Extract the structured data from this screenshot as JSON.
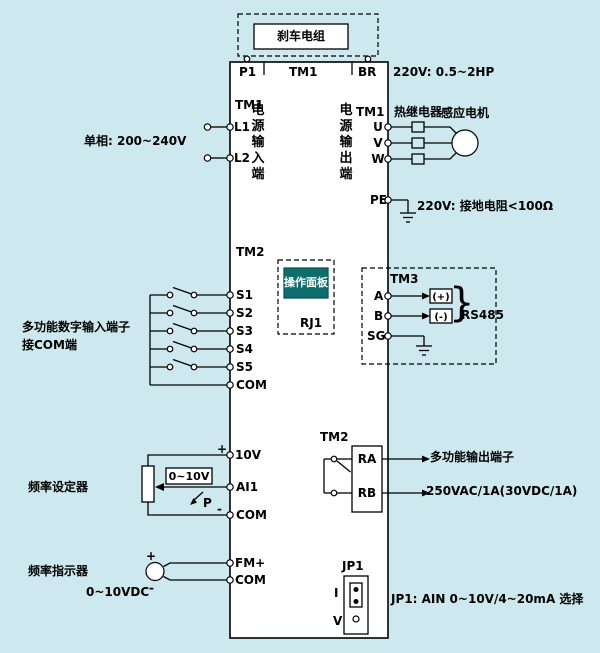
{
  "colors": {
    "background": "#cde9ef",
    "panel_fill": "#0e6e6e",
    "body_fill": "#ffffff",
    "line": "#000000"
  },
  "brake": {
    "title": "刹车电组"
  },
  "top_terminals": {
    "p1": "P1",
    "block": "TM1",
    "br": "BR",
    "note": "220V: 0.5~2HP"
  },
  "power_input": {
    "block": "TM1",
    "l1": "L1",
    "l2": "L2",
    "note": "单相: 200~240V",
    "vertical": "电源输入端"
  },
  "power_output": {
    "vertical": "电源输出端",
    "block": "TM1",
    "u": "U",
    "v": "V",
    "w": "W",
    "thermal_relay": "热继电器",
    "motor": "感应电机",
    "pe": "PE",
    "ground_note": "220V: 接地电阻<100Ω"
  },
  "digital_input": {
    "block": "TM2",
    "terminals": [
      "S1",
      "S2",
      "S3",
      "S4",
      "S5",
      "COM"
    ],
    "note1": "多功能数字输入端子",
    "note2": "接COM端"
  },
  "panel": {
    "title": "操作面板",
    "connector": "RJ1"
  },
  "comm": {
    "block": "TM3",
    "a": "A",
    "b": "B",
    "sg": "SG",
    "plus": "(+)",
    "minus": "(-)",
    "brace": "}",
    "protocol": "RS485"
  },
  "analog": {
    "plus": "+",
    "minus": "-",
    "t10v": "10V",
    "ai1": "AI1",
    "com": "COM",
    "range": "0~10V",
    "pot": "P",
    "label": "频率设定器"
  },
  "relay": {
    "block": "TM2",
    "ra": "RA",
    "rb": "RB",
    "note1": "多功能输出端子",
    "note2": "250VAC/1A(30VDC/1A)"
  },
  "meter": {
    "plus": "+",
    "minus": "-",
    "fm": "FM+",
    "com": "COM",
    "label": "频率指示器",
    "range": "0~10VDC"
  },
  "jumper": {
    "label": "JP1",
    "i": "I",
    "v": "V",
    "note": "JP1: AIN 0~10V/4~20mA 选择"
  }
}
